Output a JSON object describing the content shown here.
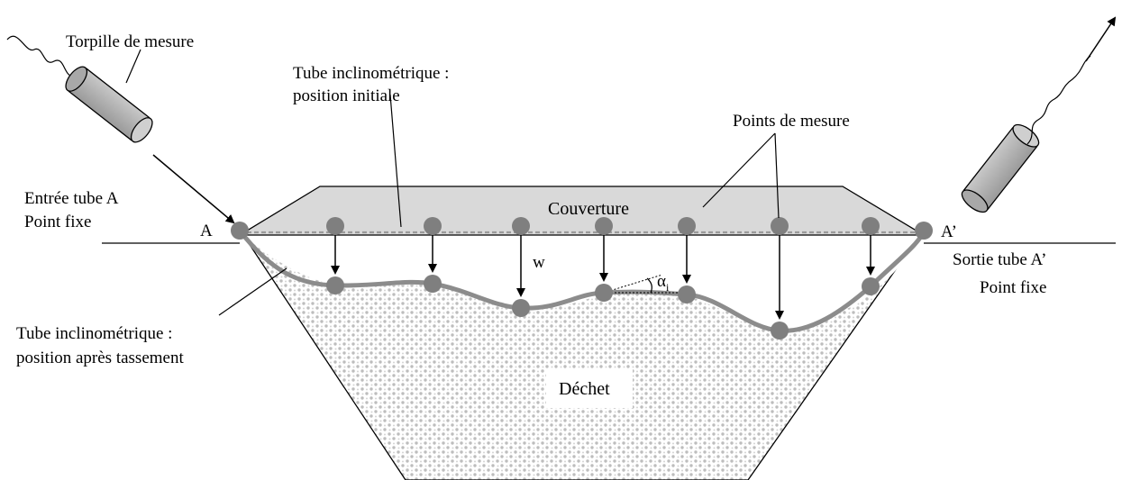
{
  "labels": {
    "torpille": "Torpille de mesure",
    "tube_initial_line1": "Tube inclinométrique :",
    "tube_initial_line2": "position initiale",
    "points_mesure": "Points de mesure",
    "entree_line1": "Entrée tube A",
    "entree_line2": "Point fixe",
    "point_a": "A",
    "point_a_prime": "A’",
    "couverture": "Couverture",
    "w": "w",
    "alpha": "α",
    "alpha_sub": "i",
    "sortie_line1": "Sortie tube A’",
    "sortie_line2": "Point fixe",
    "tube_apres_line1": "Tube inclinométrique :",
    "tube_apres_line2": "position après tassement",
    "dechet": "Déchet"
  },
  "colors": {
    "cover": "#d9d9d9",
    "waste_dot": "#bdbdbd",
    "measure_point": "#7f7f7f",
    "tube": "#8c8c8c",
    "probe": "#b3b3b3"
  },
  "icons": {
    "probe": "cylinder-probe-icon",
    "cable": "wavy-cable-icon",
    "measure_point": "circle-point-icon"
  },
  "measure_points_count": 9
}
